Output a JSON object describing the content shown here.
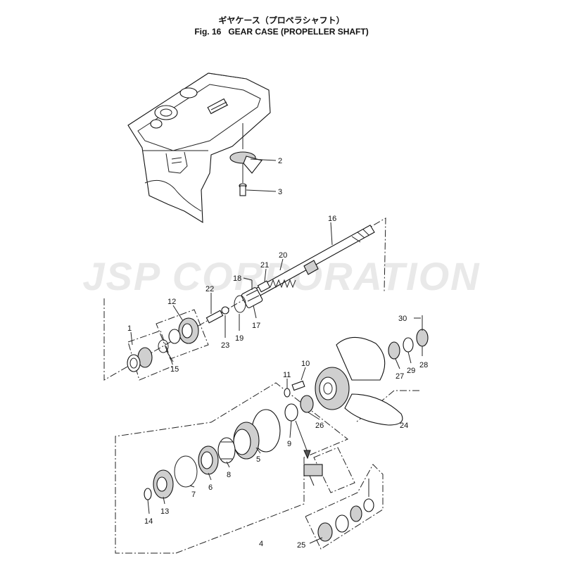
{
  "header": {
    "title_jp": "ギヤケース（プロペラシャフト）",
    "fig_label": "Fig. 16",
    "title_en": "GEAR CASE (PROPELLER SHAFT)"
  },
  "watermark": {
    "text": "JSP CORPORATION"
  },
  "callouts": [
    {
      "num": "1"
    },
    {
      "num": "2"
    },
    {
      "num": "3"
    },
    {
      "num": "4"
    },
    {
      "num": "5"
    },
    {
      "num": "6"
    },
    {
      "num": "7"
    },
    {
      "num": "8"
    },
    {
      "num": "9"
    },
    {
      "num": "10"
    },
    {
      "num": "11"
    },
    {
      "num": "12"
    },
    {
      "num": "13"
    },
    {
      "num": "14"
    },
    {
      "num": "15"
    },
    {
      "num": "16"
    },
    {
      "num": "17"
    },
    {
      "num": "18"
    },
    {
      "num": "19"
    },
    {
      "num": "20"
    },
    {
      "num": "21"
    },
    {
      "num": "22"
    },
    {
      "num": "23"
    },
    {
      "num": "24"
    },
    {
      "num": "25"
    },
    {
      "num": "26"
    },
    {
      "num": "27"
    },
    {
      "num": "28"
    },
    {
      "num": "29"
    },
    {
      "num": "30"
    }
  ],
  "colors": {
    "line": "#222222",
    "watermark": "#e9e9e9",
    "shade": "#cfcfcf"
  }
}
